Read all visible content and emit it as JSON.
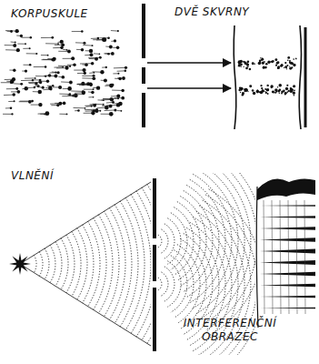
{
  "diagram": {
    "labels": [
      "KORPUSKULE",
      "DVĚ SKVRNY",
      "VLNĚNÍ",
      "INTERFERENČNÍ OBRAZEC"
    ]
  }
}
